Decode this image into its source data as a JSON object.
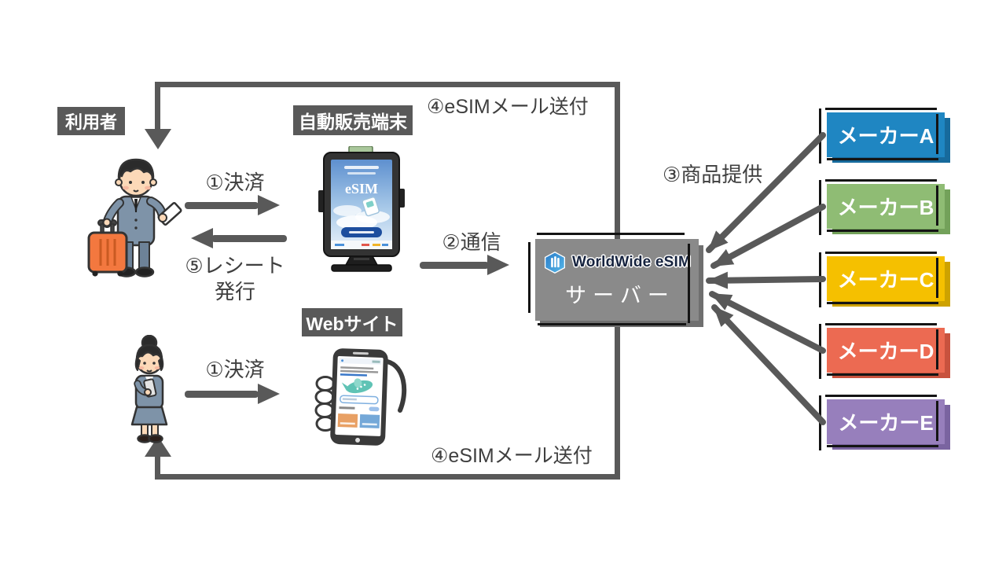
{
  "labels": {
    "user": "利用者",
    "vending": "自動販売端末",
    "website": "Webサイト"
  },
  "server": {
    "logo": "WorldWide eSIM",
    "name": "サーバー"
  },
  "flows": {
    "payment_top": "①決済",
    "communication": "②通信",
    "supply": "③商品提供",
    "mail_top": "④eSIMメール送付",
    "mail_bottom": "④eSIMメール送付",
    "receipt_l1": "⑤レシート",
    "receipt_l2": "発行",
    "payment_bottom": "①決済"
  },
  "makers": [
    {
      "label": "メーカーA",
      "color": "#1F86C2",
      "shadow": "#176A9C"
    },
    {
      "label": "メーカーB",
      "color": "#8FBC74",
      "shadow": "#73A15A"
    },
    {
      "label": "メーカーC",
      "color": "#F5C000",
      "shadow": "#CDA200"
    },
    {
      "label": "メーカーD",
      "color": "#EC6A52",
      "shadow": "#C8523E"
    },
    {
      "label": "メーカーE",
      "color": "#977FBC",
      "shadow": "#7A64A0"
    }
  ],
  "kiosk_screen": {
    "title": "eSIM"
  },
  "colors": {
    "accent": "#595959",
    "server_fill": "#8A8A8A",
    "ink_line": "#141414",
    "flow_text": "#3F3F3F"
  }
}
